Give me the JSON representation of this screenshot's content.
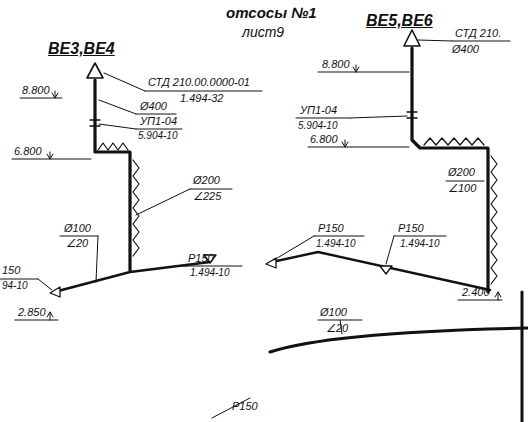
{
  "diagram": {
    "title": "отсосы №1",
    "labels": [
      "лист9",
      "ВЕ3,ВЕ4",
      "ВЕ5,ВЕ6",
      "СТД 210.00.0000-01",
      "1.494-32",
      "8.800",
      "Ø400",
      "УП1-04",
      "5.904-10",
      "6.800",
      "Ø200",
      "∠225",
      "Ø100",
      "∠20",
      "Р150",
      "1.494-10",
      "150",
      "94-10",
      "2.850",
      "Р150",
      "СТД 210.",
      "Ø400",
      "8.800",
      "УП1-04",
      "5.904-10",
      "6.800",
      "Ø200",
      "∠100",
      "Р150",
      "1.494-10",
      "Р150",
      "1.494-10",
      "Ø100",
      "∠20",
      "2.400"
    ]
  }
}
